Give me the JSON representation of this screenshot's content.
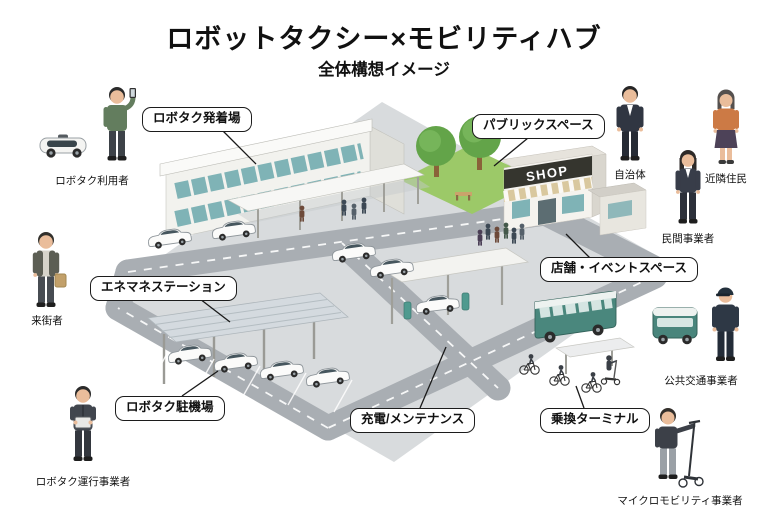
{
  "header": {
    "title": "ロボットタクシー×モビリティハブ",
    "subtitle": "全体構想イメージ"
  },
  "scene": {
    "shop_sign": "SHOP"
  },
  "callouts": [
    {
      "id": "robotaxi-stop",
      "label": "ロボタク発着場"
    },
    {
      "id": "public-space",
      "label": "パブリックスペース"
    },
    {
      "id": "energy-station",
      "label": "エネマネステーション"
    },
    {
      "id": "shop-event-space",
      "label": "店舗・イベントスペース"
    },
    {
      "id": "robotaxi-parking",
      "label": "ロボタク駐機場"
    },
    {
      "id": "charging-maintenance",
      "label": "充電/メンテナンス"
    },
    {
      "id": "transfer-terminal",
      "label": "乗換ターミナル"
    }
  ],
  "stakeholders": [
    {
      "id": "robotaxi-user",
      "label": "ロボタク利用者"
    },
    {
      "id": "municipality",
      "label": "自治体"
    },
    {
      "id": "neighborhood-residents",
      "label": "近隣住民"
    },
    {
      "id": "private-business",
      "label": "民間事業者"
    },
    {
      "id": "visitors",
      "label": "来街者"
    },
    {
      "id": "public-transit-operator",
      "label": "公共交通事業者"
    },
    {
      "id": "robotaxi-operator",
      "label": "ロボタク運行事業者"
    },
    {
      "id": "micromobility-operator",
      "label": "マイクロモビリティ事業者"
    }
  ],
  "colors": {
    "window_teal": "#7fb3b6",
    "grass_green": "#9cc968",
    "bus_teal": "#4a877d",
    "road_gray": "#a9aeb3"
  }
}
